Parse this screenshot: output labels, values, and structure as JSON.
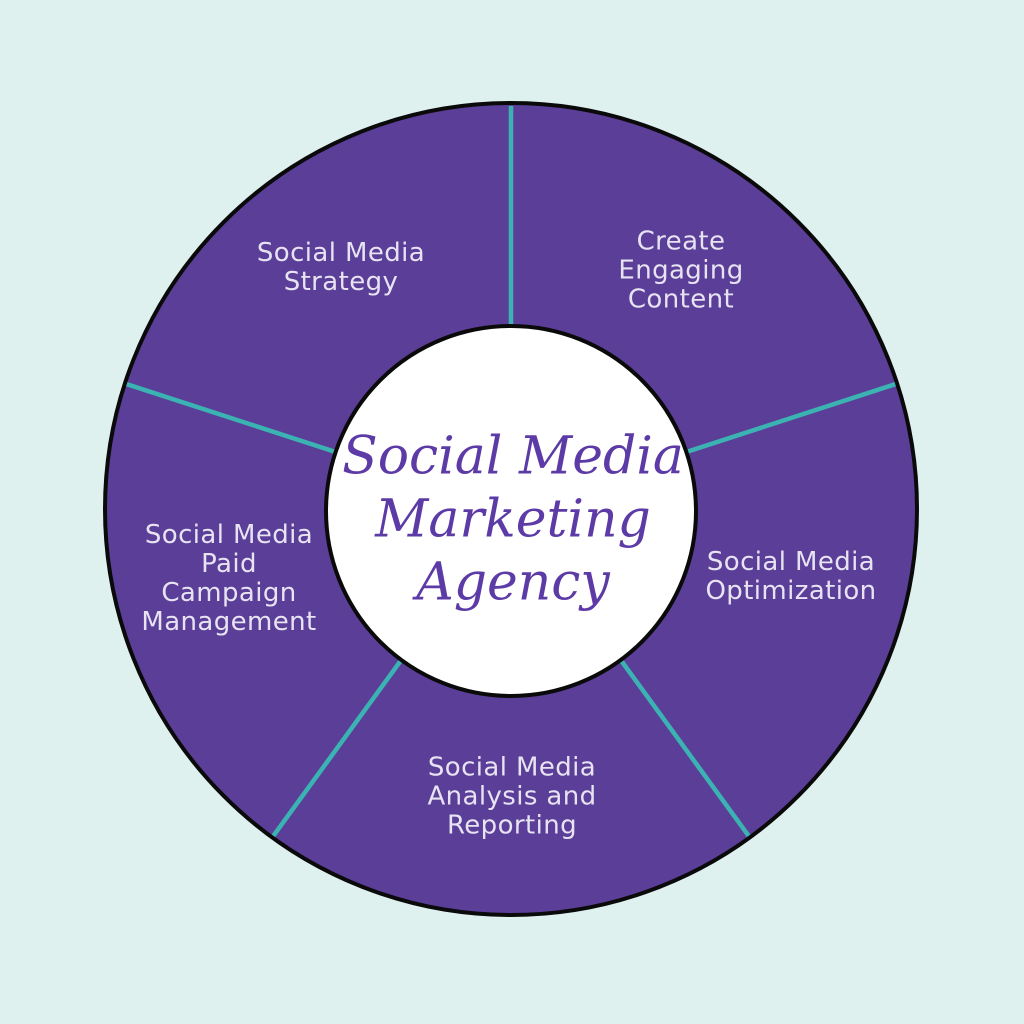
{
  "title": "Social Media Marketing Agency services wheel",
  "colors": {
    "bg": "#def1ef",
    "ring": "#5b3e97",
    "divider": "#3cb3b3",
    "outline": "#0a0a0a",
    "label_text": "#e7e3f3",
    "center_bg": "#ffffff",
    "center_text": "#5d3ba6"
  },
  "center": {
    "label": "Social Media\nMarketing\nAgency"
  },
  "segments": [
    {
      "label": "Social Media\nStrategy"
    },
    {
      "label": "Create\nEngaging\nContent"
    },
    {
      "label": "Social Media\nOptimization"
    },
    {
      "label": "Social Media\nAnalysis and\nReporting"
    },
    {
      "label": "Social Media\nPaid\nCampaign\nManagement"
    }
  ]
}
